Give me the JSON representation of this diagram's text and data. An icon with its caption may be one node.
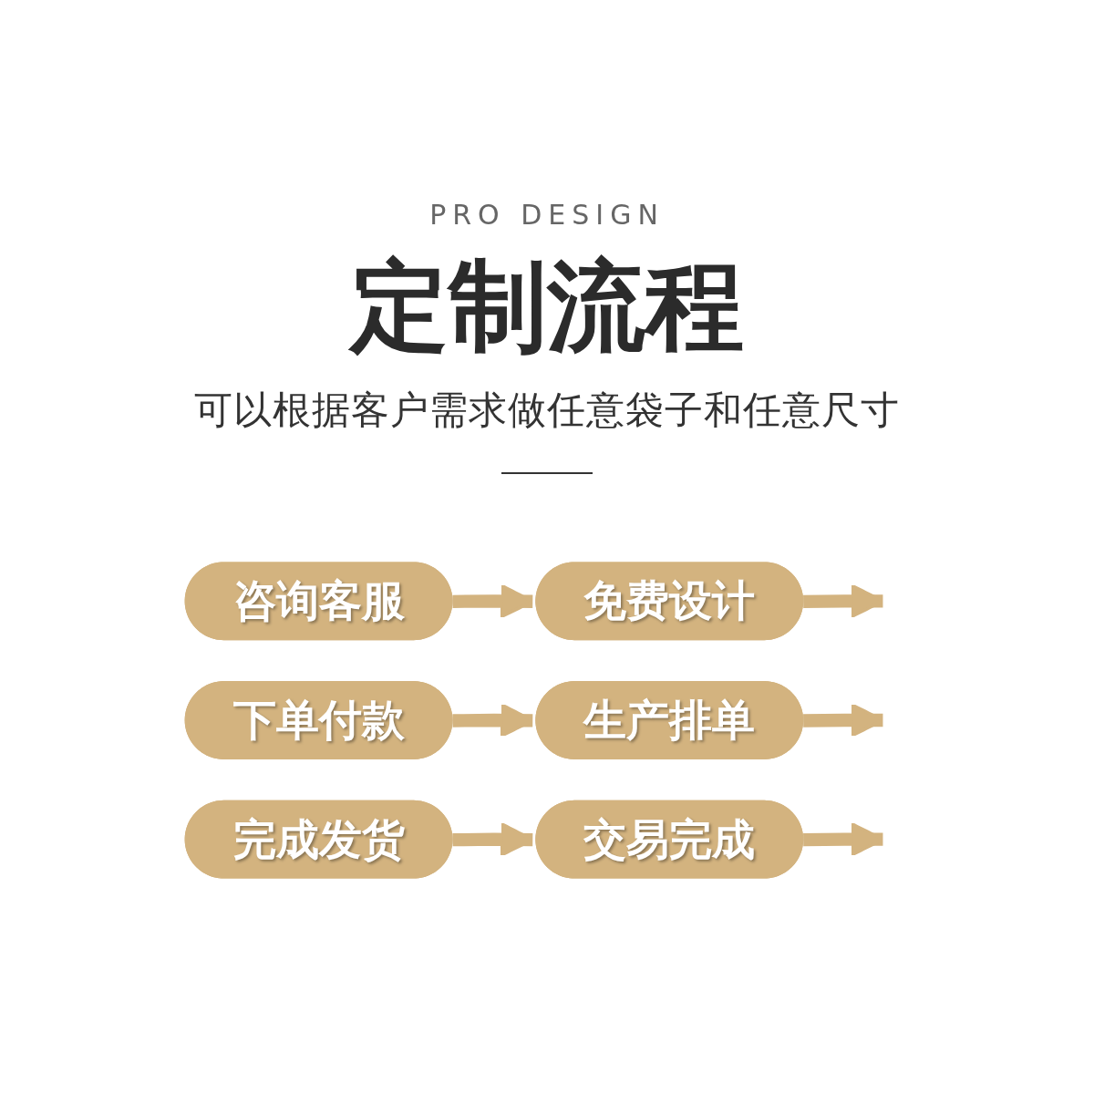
{
  "diagram": {
    "title": "定制流程",
    "nodes": [
      {
        "text": [
          "咨询客服"
        ]
      },
      {
        "text": [
          "免费设计"
        ]
      },
      {
        "text": [
          "下单付款"
        ]
      },
      {
        "text": [
          "生产排单"
        ]
      },
      {
        "text": [
          "完成发货"
        ]
      },
      {
        "text": [
          "交易完成"
        ]
      }
    ],
    "edges": [
      {
        "from": 0,
        "to": 1,
        "arrow": "to"
      },
      {
        "from": 1,
        "to": null,
        "arrow": "to"
      },
      {
        "from": 2,
        "to": 3,
        "arrow": "to"
      },
      {
        "from": 3,
        "to": null,
        "arrow": "to"
      },
      {
        "from": 4,
        "to": 5,
        "arrow": "to"
      },
      {
        "from": 5,
        "to": null,
        "arrow": "to"
      }
    ],
    "labels": [
      "PRO DESIGN",
      "可以根据客户需求做任意袋子和任意尺寸"
    ]
  }
}
